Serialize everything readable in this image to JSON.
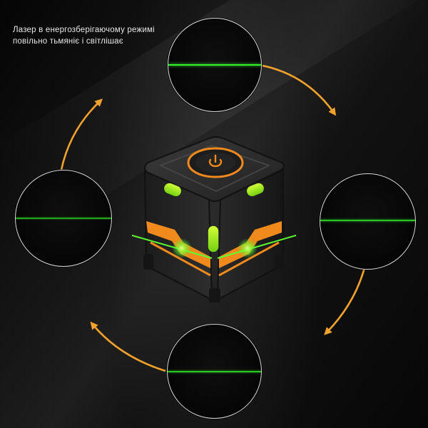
{
  "caption": {
    "line1": "Лазер в енергозберігаючому режимі",
    "line2": "повільно тьмяніє і світлішає"
  },
  "lenses": [
    {
      "id": "top",
      "laser_brightness": "bright"
    },
    {
      "id": "right",
      "laser_brightness": "mid"
    },
    {
      "id": "bottom",
      "laser_brightness": "mid"
    },
    {
      "id": "left",
      "laser_brightness": "dim"
    }
  ],
  "colors": {
    "arrow": "#f2a12c",
    "laser": "#2fd22a",
    "cube_body": "#2b2b2b",
    "cube_accent": "#f08a1c"
  },
  "icons": {
    "power": "power-icon",
    "bubble_level": "bubble-level-icon"
  }
}
